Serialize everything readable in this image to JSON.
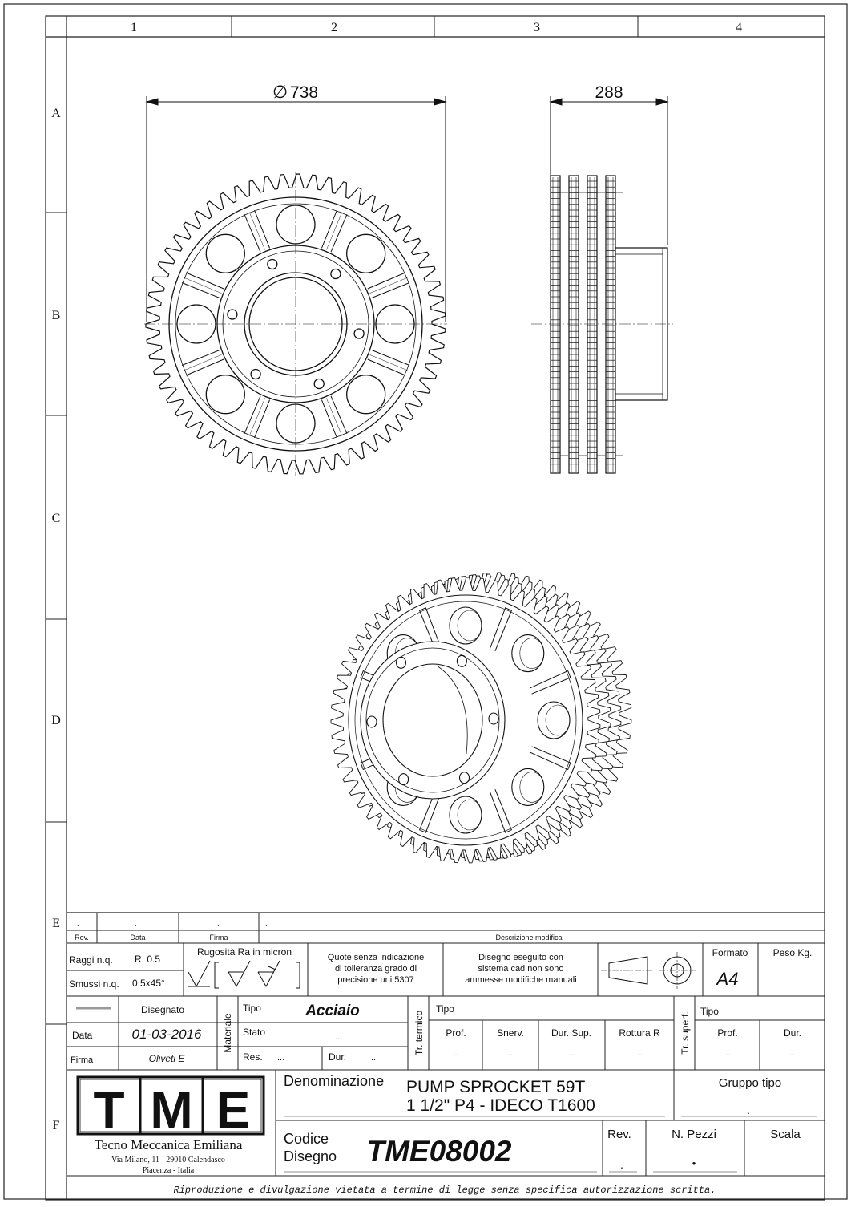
{
  "frame": {
    "columns": [
      "1",
      "2",
      "3",
      "4"
    ],
    "rows": [
      "A",
      "B",
      "C",
      "D",
      "E",
      "F"
    ]
  },
  "dimensions": {
    "diameter": "738",
    "width": "288"
  },
  "revisions": {
    "row": [
      ".",
      ".",
      ".",
      "."
    ],
    "headers": [
      "Rev.",
      "Data",
      "Firma",
      "Descrizione modifica"
    ]
  },
  "specs": {
    "raggi_label": "Raggi n.q.",
    "raggi_value": "R. 0.5",
    "smussi_label": "Smussi n.q.",
    "smussi_value": "0.5x45°",
    "rugosita": "Rugosità Ra in micron",
    "quote": [
      "Quote senza indicazione",
      "di tolleranza grado di",
      "precisione uni 5307"
    ],
    "cad": [
      "Disegno eseguito con",
      "sistema cad non sono",
      "ammesse modifiche manuali"
    ],
    "formato_label": "Formato",
    "formato_value": "A4",
    "peso_label": "Peso Kg."
  },
  "people": {
    "disegnato_label": "Disegnato",
    "data_label": "Data",
    "data_value": "01-03-2016",
    "firma_label": "Firma",
    "firma_value": "Oliveti E"
  },
  "materiale": {
    "label": "Materiale",
    "tipo_label": "Tipo",
    "tipo_value": "Acciaio",
    "stato_label": "Stato",
    "stato_value": "...",
    "res_label": "Res.",
    "res_value": "...",
    "dur_label": "Dur.",
    "dur_value": ".."
  },
  "trattamento_termico": {
    "label": "Tr. termico",
    "tipo_label": "Tipo",
    "cols": [
      "Prof.",
      "Snerv.",
      "Dur. Sup.",
      "Rottura R"
    ],
    "values": [
      "--",
      "--",
      "--",
      "--"
    ]
  },
  "trattamento_superf": {
    "label": "Tr. superf.",
    "tipo_label": "Tipo",
    "cols": [
      "Prof.",
      "Dur."
    ],
    "values": [
      "--",
      "--"
    ]
  },
  "company": {
    "logo_letters": [
      "T",
      "M",
      "E"
    ],
    "name": "Tecno Meccanica Emiliana",
    "address": "Via Milano, 11 - 29010 Calendasco",
    "city": "Piacenza - Italia"
  },
  "title": {
    "denominazione_label": "Denominazione",
    "line1": "PUMP SPROCKET 59T",
    "line2": "1 1/2\" P4 - IDECO T1600",
    "gruppo_label": "Gruppo tipo",
    "gruppo_value": ".",
    "codice_label1": "Codice",
    "codice_label2": "Disegno",
    "codice_value": "TME08002",
    "rev_label": "Rev.",
    "rev_value": ".",
    "pezzi_label": "N. Pezzi",
    "pezzi_value": "•",
    "scala_label": "Scala"
  },
  "footer": "Riproduzione e divulgazione vietata a termine di legge senza specifica autorizzazione scritta."
}
